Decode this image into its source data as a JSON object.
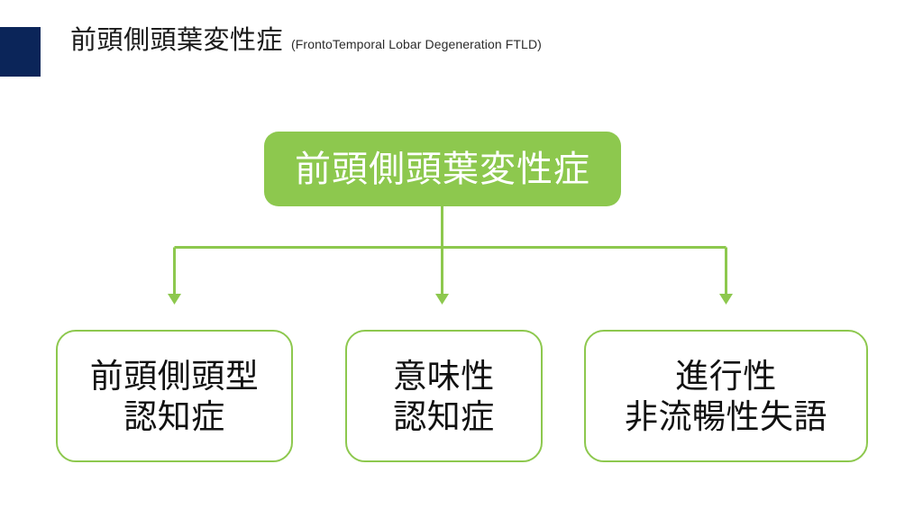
{
  "slide": {
    "background_color": "#ffffff",
    "accent_color": "#0b2559",
    "brand_green": "#8dc84e"
  },
  "header": {
    "title": "前頭側頭葉変性症",
    "subtitle": "(FrontoTemporal Lobar Degeneration FTLD)"
  },
  "chart_data": {
    "type": "diagram",
    "layout": "top-down-tree",
    "title": "前頭側頭葉変性症",
    "root": {
      "label": "前頭側頭葉変性症",
      "fill_color": "#8dc84e",
      "text_color": "#ffffff"
    },
    "children": [
      {
        "id": "ftd",
        "lines": [
          "前頭側頭型",
          "認知症"
        ],
        "fill_color": "#ffffff",
        "border_color": "#8dc84e",
        "text_color": "#111111"
      },
      {
        "id": "sd",
        "lines": [
          "意味性",
          "認知症"
        ],
        "fill_color": "#ffffff",
        "border_color": "#8dc84e",
        "text_color": "#111111"
      },
      {
        "id": "pnfa",
        "lines": [
          "進行性",
          "非流暢性失語"
        ],
        "fill_color": "#ffffff",
        "border_color": "#8dc84e",
        "text_color": "#111111"
      }
    ],
    "connectors": {
      "style": "orthogonal-elbow-with-arrowheads",
      "color": "#8dc84e",
      "arrow_count": 3
    }
  }
}
